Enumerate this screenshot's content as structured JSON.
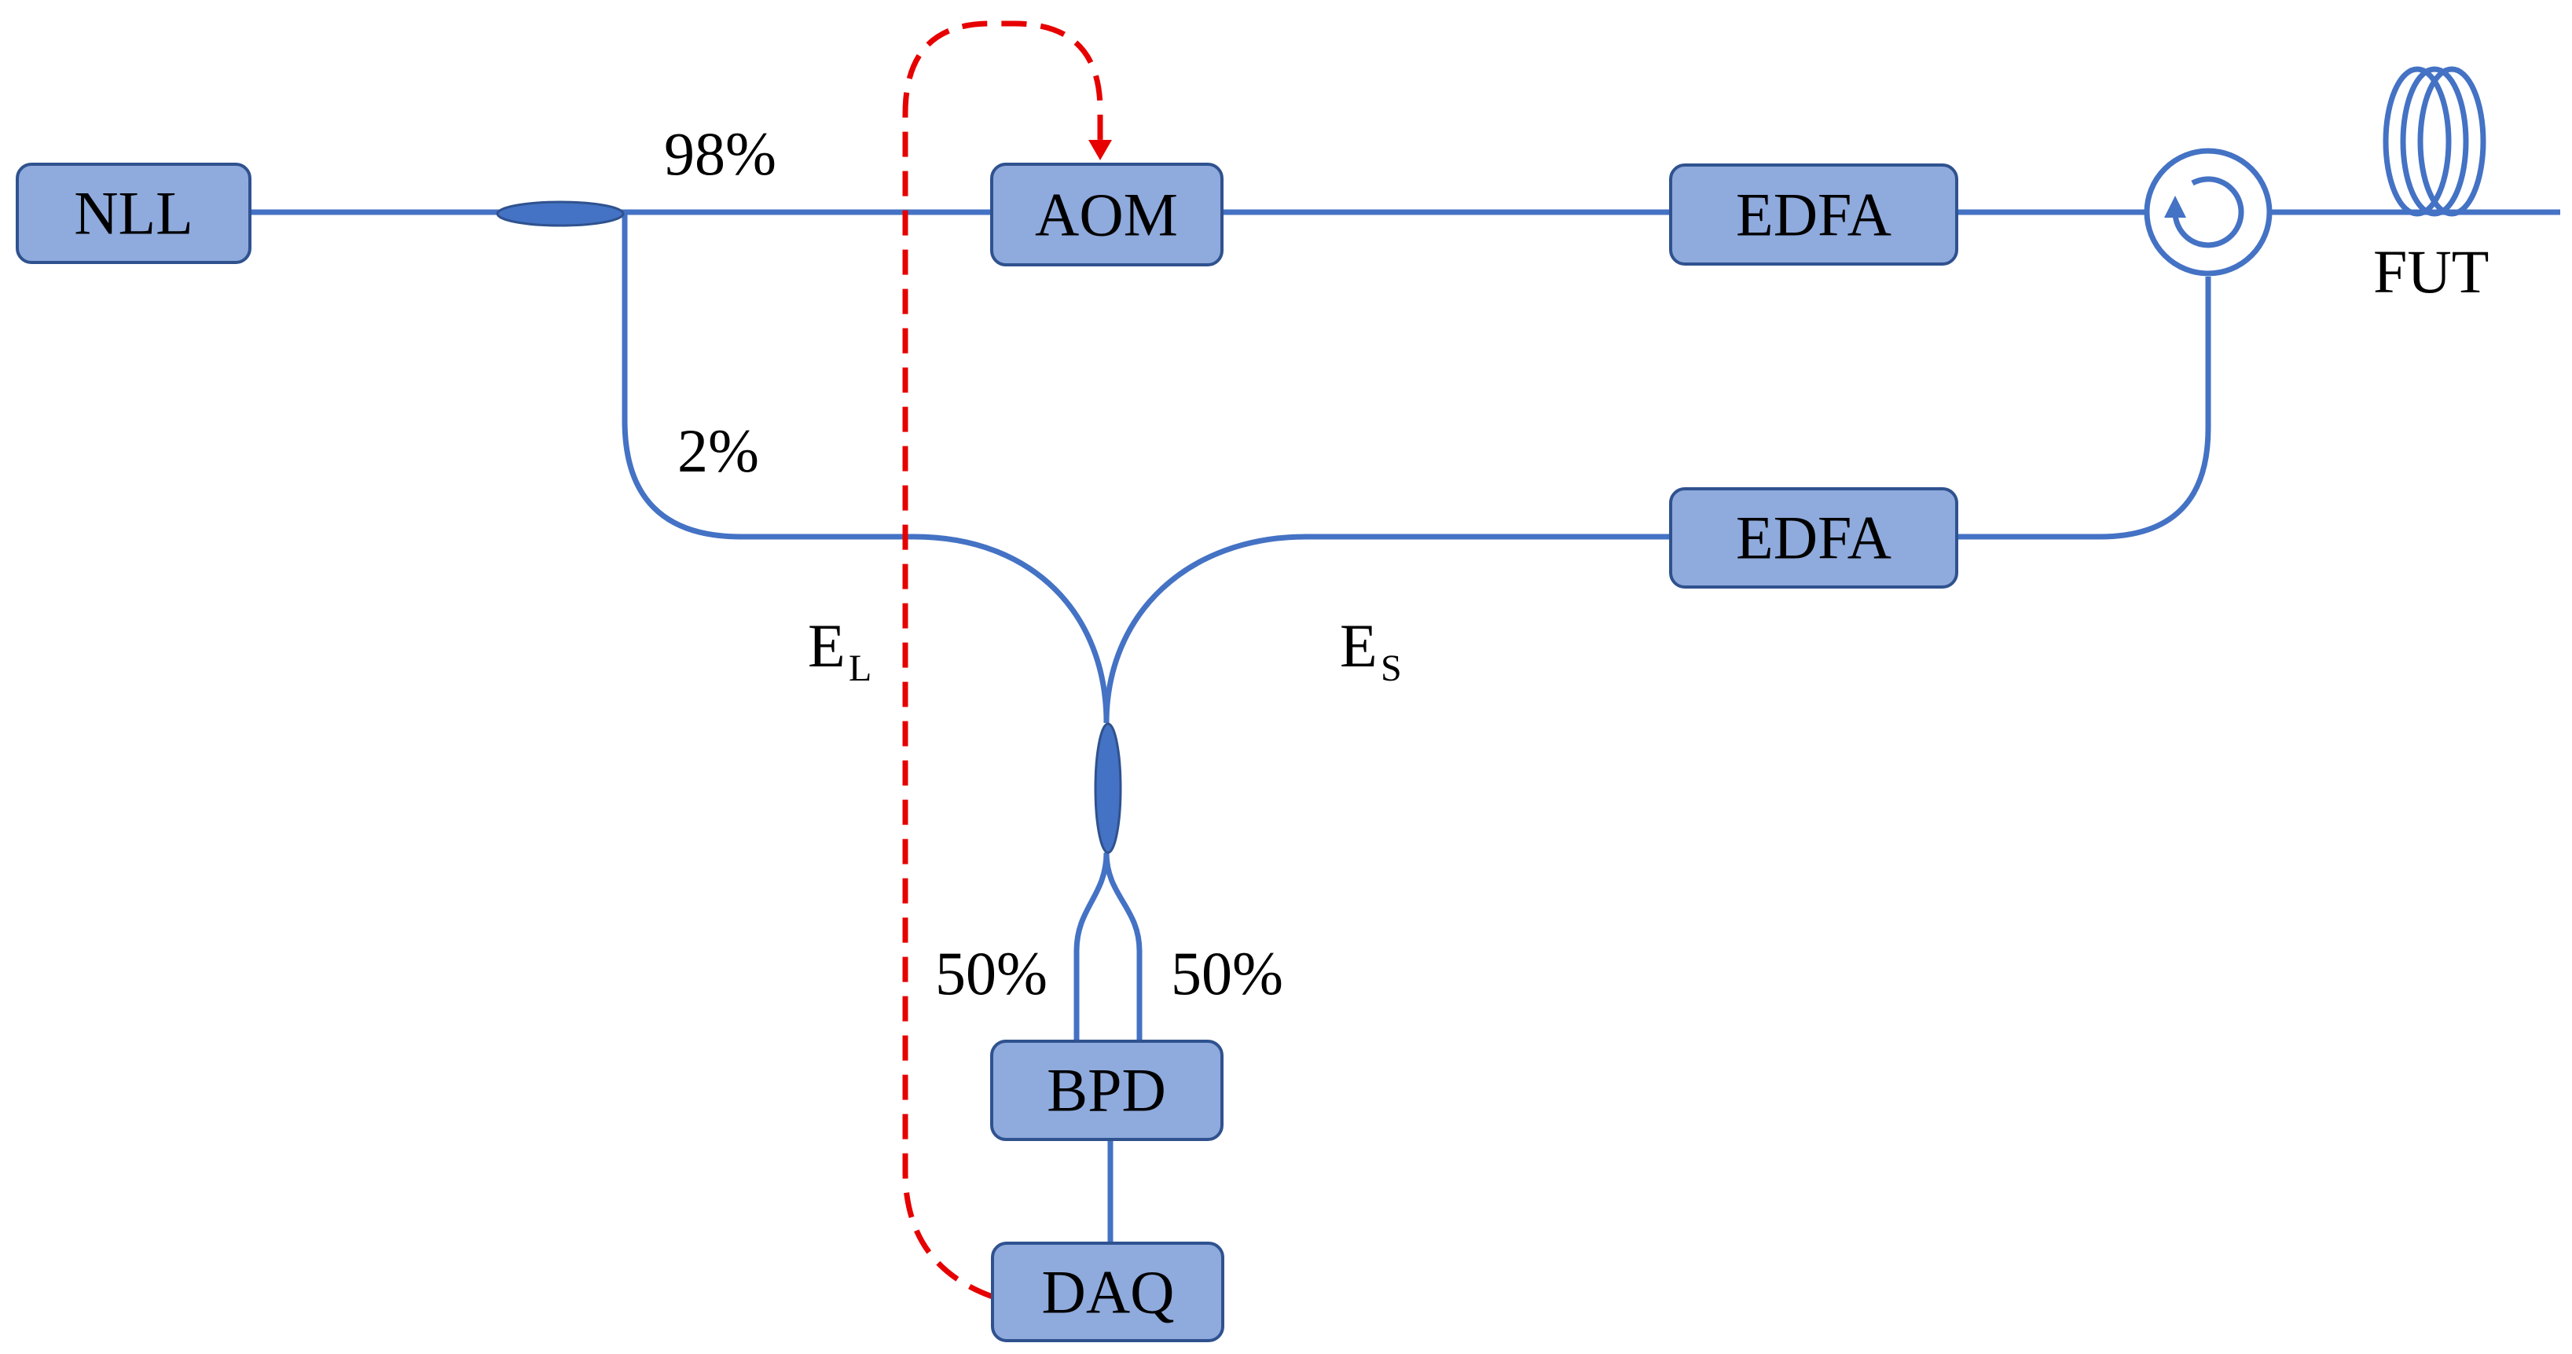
{
  "components": {
    "nll": "NLL",
    "aom": "AOM",
    "edfa_top": "EDFA",
    "edfa_bottom": "EDFA",
    "bpd": "BPD",
    "daq": "DAQ",
    "fut": "FUT"
  },
  "split_labels": {
    "upper": "98%",
    "lower": "2%",
    "bpd_left": "50%",
    "bpd_right": "50%"
  },
  "fields": {
    "local": {
      "base": "E",
      "subscript": "L"
    },
    "signal": {
      "base": "E",
      "subscript": "S"
    }
  },
  "colors": {
    "fiber": "#4472c4",
    "box_fill": "#8faadc",
    "box_stroke": "#2f528f",
    "control_line": "#e60000"
  }
}
